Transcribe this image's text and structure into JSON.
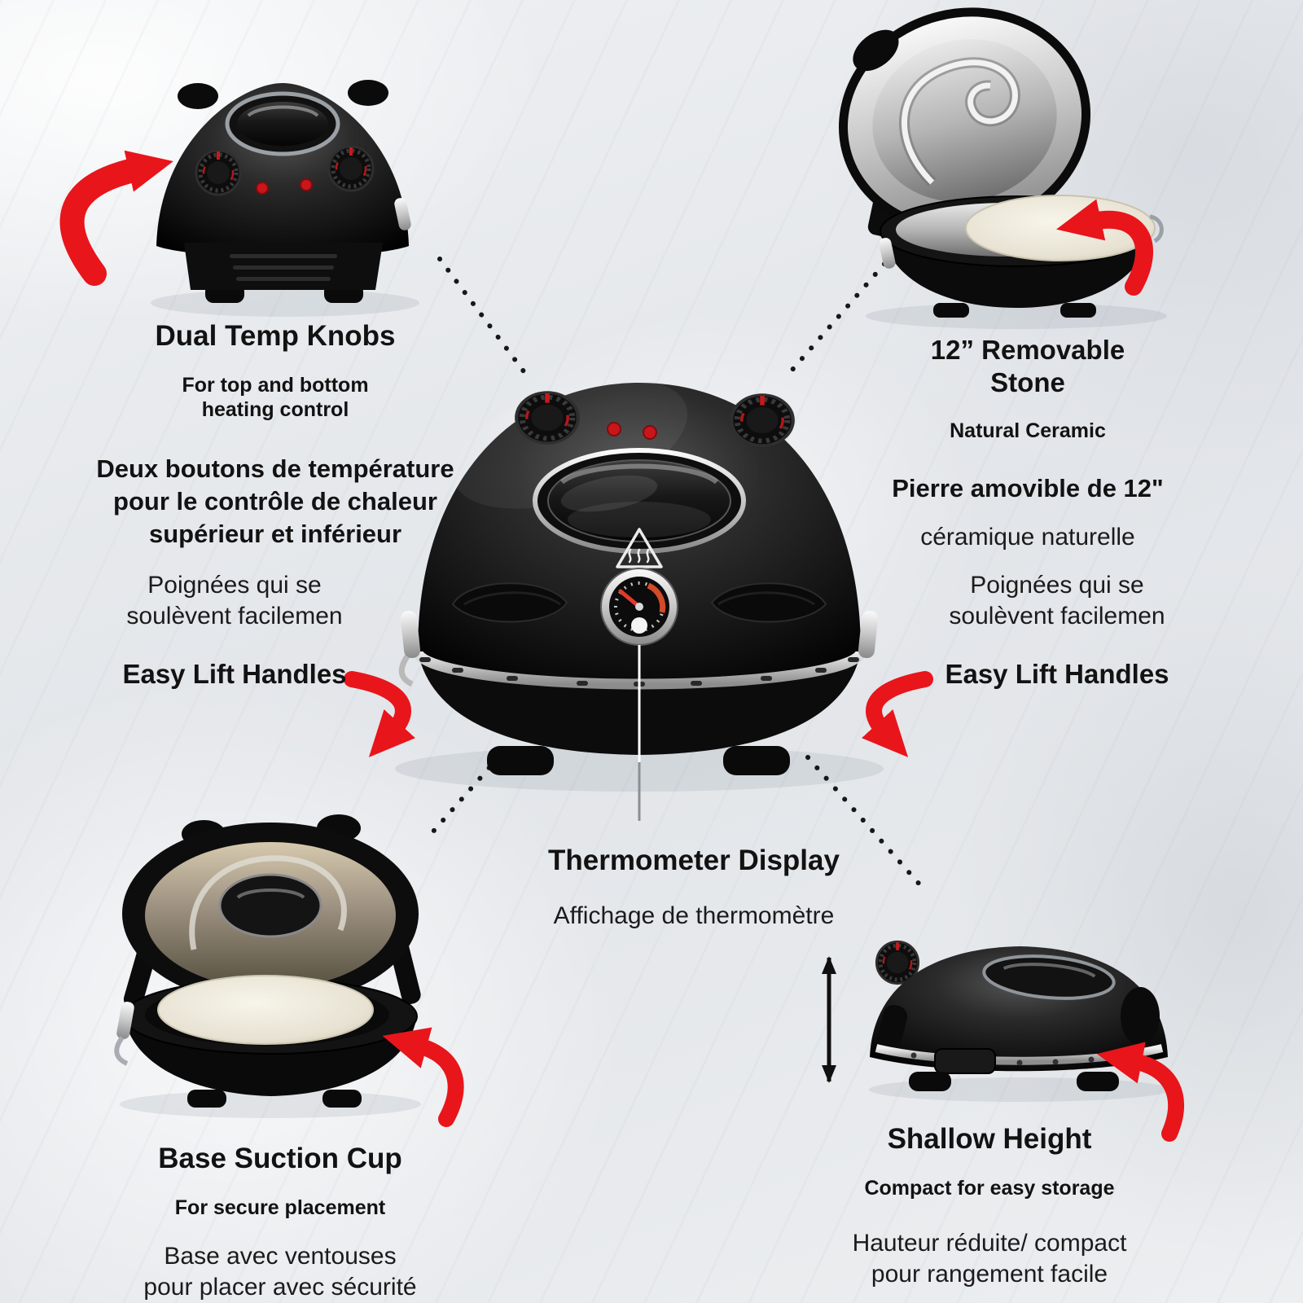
{
  "colors": {
    "accent_red": "#e8151b",
    "text": "#121212",
    "background": "#e7e9ec"
  },
  "callouts": {
    "dual_temp_knobs": {
      "title": "Dual Temp Knobs",
      "subtitle": "For top and bottom\nheating control",
      "fr": "Deux boutons de température\npour le contrôle de chaleur\nsupérieur et inférieur"
    },
    "removable_stone": {
      "title": "12” Removable Stone",
      "subtitle": "Natural Ceramic",
      "fr_bold": "Pierre amovible de 12\"",
      "fr": "céramique naturelle"
    },
    "easy_lift_left": {
      "fr": "Poignées qui se\nsoulèvent facilemen",
      "title": "Easy Lift Handles"
    },
    "easy_lift_right": {
      "fr": "Poignées qui se\nsoulèvent facilemen",
      "title": "Easy Lift Handles"
    },
    "thermometer_display": {
      "title": "Thermometer Display",
      "fr": "Affichage de thermomètre"
    },
    "base_suction_cup": {
      "title": "Base Suction Cup",
      "subtitle": "For secure placement",
      "fr": "Base avec ventouses\npour placer avec sécurité"
    },
    "shallow_height": {
      "title": "Shallow Height",
      "subtitle": "Compact for easy storage",
      "fr": "Hauteur réduite/ compact\npour rangement facile"
    }
  }
}
